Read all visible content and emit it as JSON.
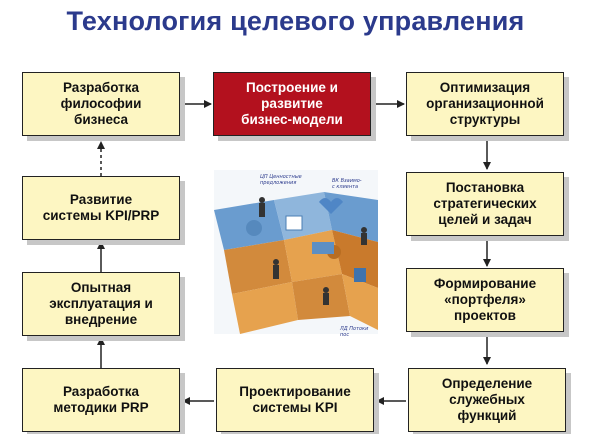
{
  "title": "Технология целевого управления",
  "boxes": {
    "philosophy": "Разработка\nфилософии\nбизнеса",
    "business_model": "Построение и\nразвитие\nбизнес-модели",
    "org_structure": "Оптимизация\nорганизационной\nструктуры",
    "kpi_system_dev": "Развитие\nсистемы KPI/PRP",
    "goals": "Постановка\nстратегических\nцелей и задач",
    "trial": "Опытная\nэксплуатация и\nвнедрение",
    "portfolio": "Формирование\n«портфеля»\nпроектов",
    "prp_method": "Разработка\nметодики PRP",
    "kpi_design": "Проектирование\nсистемы KPI",
    "service_functions": "Определение\nслужебных\nфункций"
  },
  "picture_labels": {
    "values": "ЦП Ценностные\nпредложения",
    "relations": "ВК Взаимо-\nс клиента",
    "flows": "ЛД Потоки пос"
  },
  "colors": {
    "title": "#2b3a8c",
    "box_fill": "#fdf6c2",
    "highlight_fill": "#b3111e",
    "shadow": "#c7c7c7"
  }
}
